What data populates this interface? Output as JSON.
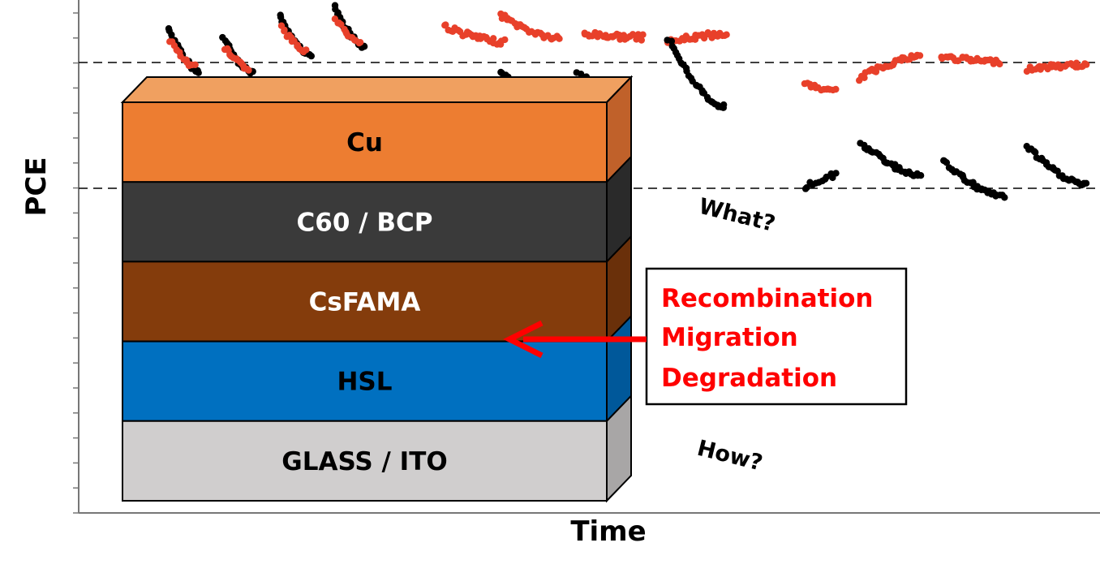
{
  "axes": {
    "ylabel": "PCE",
    "xlabel": "Time"
  },
  "stack": {
    "layers": [
      {
        "label": "Cu",
        "front": "#ed7d31",
        "side": "#c0612a",
        "text": "#000000"
      },
      {
        "label": "C60 / BCP",
        "front": "#3a3a3a",
        "side": "#2a2a2a",
        "text": "#ffffff"
      },
      {
        "label": "CsFAMA",
        "front": "#843c0c",
        "side": "#6a300a",
        "text": "#ffffff"
      },
      {
        "label": "HSL",
        "front": "#0070c0",
        "side": "#00589a",
        "text": "#000000"
      },
      {
        "label": "GLASS / ITO",
        "front": "#d0cece",
        "side": "#a8a6a6",
        "text": "#000000"
      }
    ],
    "top_color": "#f0a060"
  },
  "callout": {
    "lines": [
      "Recombination",
      "Migration",
      "Degradation"
    ],
    "color": "#ff0000"
  },
  "notes": {
    "what": "What?",
    "how": "How?"
  },
  "series_colors": {
    "high": "#e8402a",
    "low": "#000000"
  }
}
